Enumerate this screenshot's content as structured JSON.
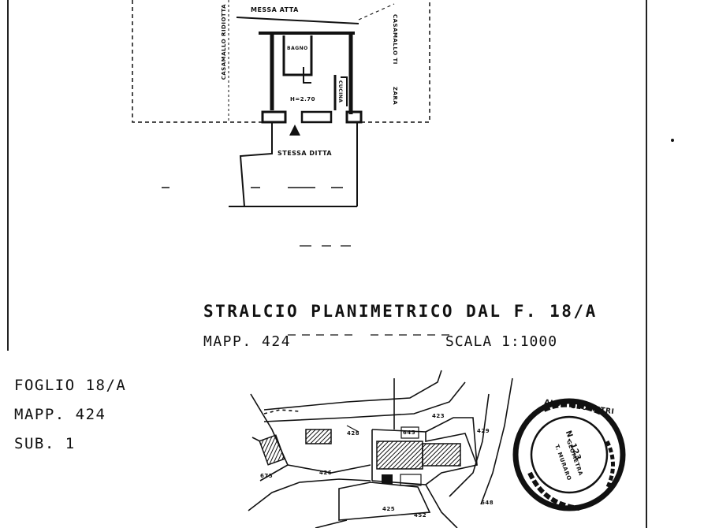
{
  "plan": {
    "label_top": "MESSA ATTA",
    "label_bottom": "STESSA DITTA",
    "label_left_vertical": "CASAMALLO RIDIOTTA",
    "label_right_vertical": "CASAMALLO TI",
    "label_right_vertical_2": "ZARA",
    "room_bagno": "BAGNO",
    "room_main": "H=2.70",
    "room_cucina": "CUCINA"
  },
  "header": {
    "title": "STRALCIO PLANIMETRICO DAL F. 18/A",
    "mapp": "MAPP. 424",
    "scale": "SCALA 1:1000"
  },
  "left_info": {
    "foglio": "FOGLIO 18/A",
    "mapp": "MAPP. 424",
    "sub": "SUB. 1"
  },
  "map_labels": {
    "p423": "423",
    "p428": "428",
    "p426": "426",
    "p425": "425",
    "p645": "645",
    "p429": "429",
    "p675": "675",
    "p648": "648",
    "p452": "452"
  },
  "stamp": {
    "outer": "ALBO GEOMETRI",
    "inner_1": "N. 123",
    "inner_2": "GEOMETRA",
    "inner_3": "T. MURARO"
  }
}
